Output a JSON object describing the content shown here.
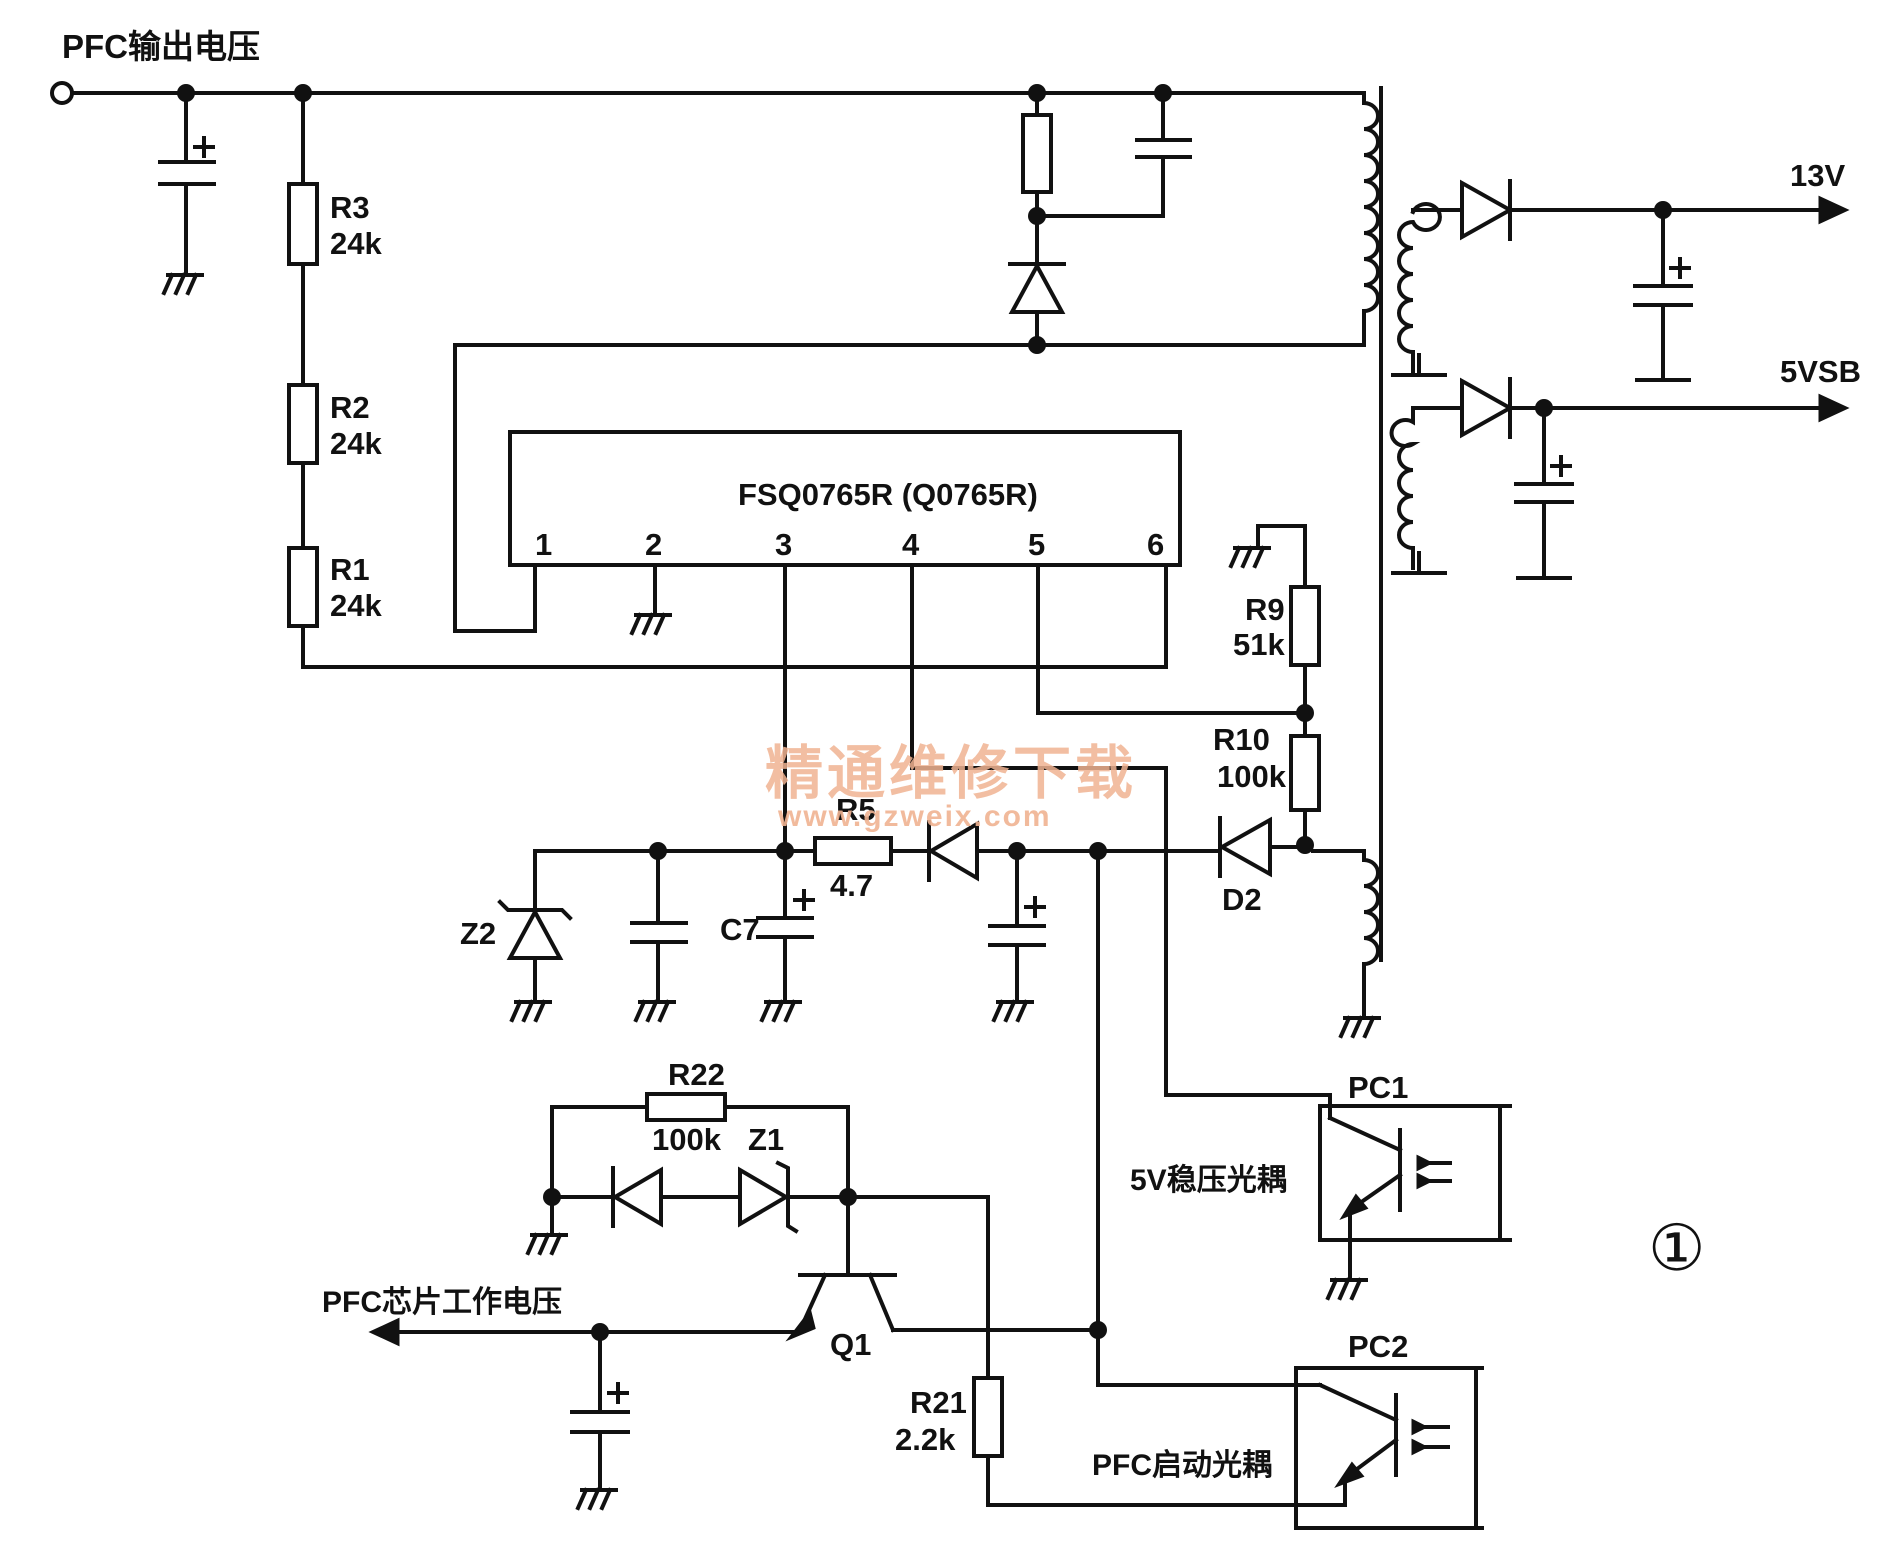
{
  "labels": {
    "pfc_output_voltage": "PFC输出电压",
    "out_13v": "13V",
    "out_5vsb": "5VSB",
    "ic_name": "FSQ0765R (Q0765R)",
    "pin1": "1",
    "pin2": "2",
    "pin3": "3",
    "pin4": "4",
    "pin5": "5",
    "pin6": "6",
    "r3_ref": "R3",
    "r3_val": "24k",
    "r2_ref": "R2",
    "r2_val": "24k",
    "r1_ref": "R1",
    "r1_val": "24k",
    "r9_ref": "R9",
    "r9_val": "51k",
    "r10_ref": "R10",
    "r10_val": "100k",
    "r5_ref": "R5",
    "r5_val": "4.7",
    "c7_ref": "C7",
    "z2_ref": "Z2",
    "d2_ref": "D2",
    "r22_ref": "R22",
    "r22_val": "100k",
    "z1_ref": "Z1",
    "q1_ref": "Q1",
    "r21_ref": "R21",
    "r21_val": "2.2k",
    "pc1_ref": "PC1",
    "pc2_ref": "PC2",
    "pc1_desc": "5V稳压光耦",
    "pc2_desc": "PFC启动光耦",
    "pfc_chip_voltage": "PFC芯片工作电压",
    "figure_number": "①"
  },
  "watermark": {
    "cn": "精通维修下载",
    "url": "www.gzweix.com"
  }
}
